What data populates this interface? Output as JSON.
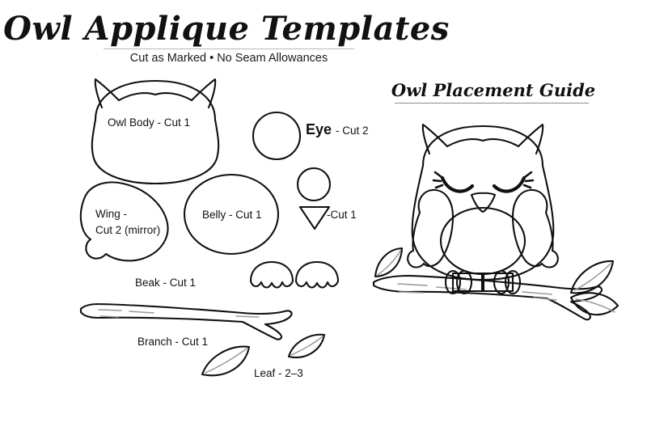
{
  "page": {
    "background": "#ffffff",
    "ink": "#111111",
    "texture_ink": "#9a9a9a"
  },
  "header": {
    "title": "Owl Applique Templates",
    "subtitle": "Cut as Marked • No Seam Allowances",
    "rule_color": "#b9b9b9"
  },
  "guide": {
    "title": "Owl Placement Guide",
    "rule_color": "#8e8e8e"
  },
  "templates": {
    "body": {
      "label": "Owl Body - Cut 1"
    },
    "eye": {
      "label_main": "Eye",
      "label_rest": "- Cut 2"
    },
    "pupil": {
      "label": ""
    },
    "beak_piece": {
      "label": "-Cut 1"
    },
    "wing": {
      "label_line1": "Wing -",
      "label_line2": "Cut 2 (mirror)"
    },
    "belly": {
      "label": "Belly - Cut 1"
    },
    "feet": {
      "label": "Beak - Cut 1"
    },
    "branch": {
      "label": "Branch - Cut 1"
    },
    "leaf": {
      "label": "Leaf - 2–3"
    }
  }
}
